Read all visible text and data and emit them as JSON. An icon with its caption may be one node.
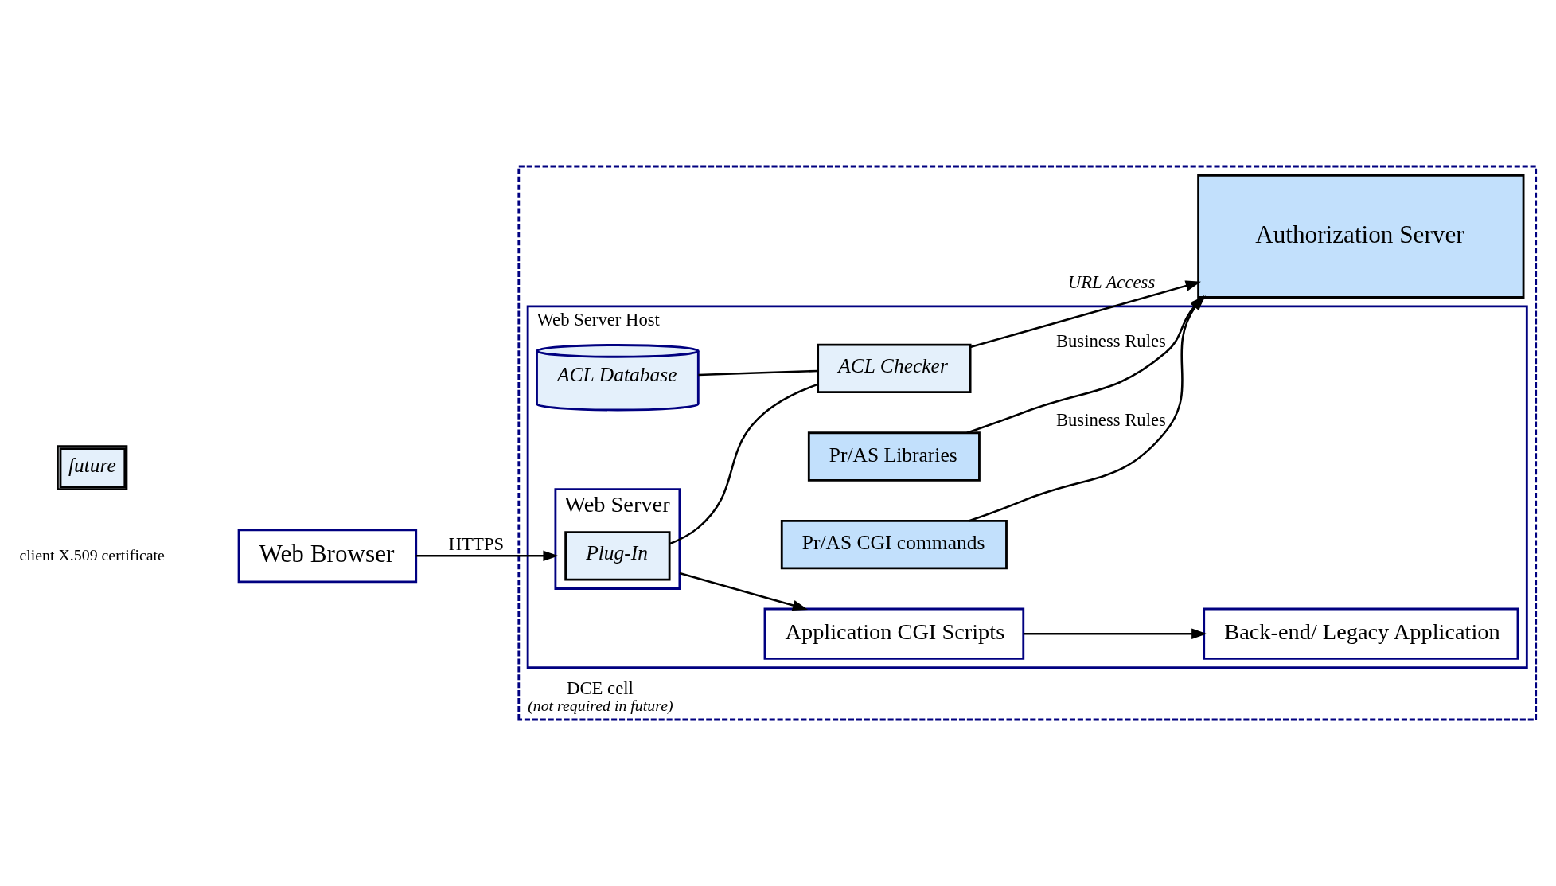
{
  "diagram": {
    "nodes": [
      {
        "text": [
          "Web Browser"
        ]
      },
      {
        "text": [
          "DCE cell",
          "(not required in future)"
        ]
      },
      {
        "text": [
          "Web Server Host"
        ],
        "in": 1
      },
      {
        "text": [
          "Web Server"
        ],
        "in": 2
      },
      {
        "text": [
          "Plug-In"
        ],
        "in": 3
      },
      {
        "text": [
          "Application CGI Scripts"
        ],
        "in": 2
      },
      {
        "text": [
          "Pr/AS CGI commands"
        ],
        "in": 2
      },
      {
        "text": [
          "Back-end/ Legacy Application"
        ],
        "in": 2
      },
      {
        "text": [
          "Pr/AS Libraries"
        ],
        "in": 2
      },
      {
        "text": [
          "ACL Database"
        ],
        "in": 2
      },
      {
        "text": [
          "ACL Checker"
        ],
        "in": 2
      },
      {
        "text": [
          "Authorization Server"
        ],
        "in": 1
      }
    ],
    "edges": [
      {
        "from": 0,
        "to": 3,
        "arrow": "to",
        "label": "HTTPS"
      },
      {
        "from": 3,
        "to": 5,
        "arrow": "to"
      },
      {
        "from": 5,
        "to": 7,
        "arrow": "to"
      },
      {
        "from": 4,
        "to": 10,
        "arrow": "none"
      },
      {
        "from": 9,
        "to": 10,
        "arrow": "none"
      },
      {
        "from": 10,
        "to": 11,
        "arrow": "to",
        "label": "URL Access"
      },
      {
        "from": 6,
        "to": 11,
        "arrow": "to",
        "label": "Business Rules"
      },
      {
        "from": 8,
        "to": 11,
        "arrow": "to",
        "label": "Business Rules"
      }
    ],
    "labels": [
      "client X.509 certificate"
    ],
    "legend": [
      {
        "text": "future"
      }
    ]
  }
}
